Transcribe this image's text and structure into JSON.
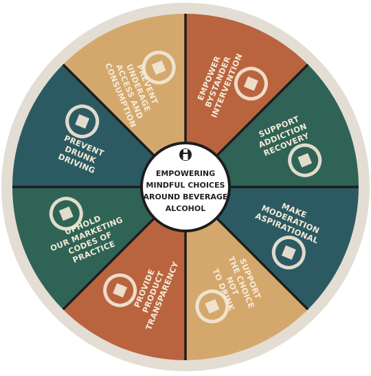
{
  "center": {
    "lines": [
      "EMPOWERING",
      "MINDFUL CHOICES",
      "AROUND BEVERAGE",
      "ALCOHOL"
    ],
    "icon": "bottle-icon"
  },
  "colors": {
    "ring": "#e4ddd3",
    "divider": "#1d1d1d",
    "teal": "#2c5a63",
    "tan": "#d4a86c",
    "rust": "#b9643f",
    "green": "#2f6355",
    "cream": "#f4ead8",
    "center_fill": "#ffffff"
  },
  "segments": [
    {
      "id": "empower-bystander",
      "color": "rust",
      "lines": [
        "EMPOWER",
        "BYSTANDER",
        "INTERVENTION"
      ],
      "icon": "hand-icon"
    },
    {
      "id": "support-addiction",
      "color": "green",
      "lines": [
        "SUPPORT",
        "ADDICTION",
        "RECOVERY"
      ],
      "icon": "ladder-icon"
    },
    {
      "id": "make-moderation",
      "color": "teal",
      "lines": [
        "MAKE",
        "MODERATION",
        "ASPIRATIONAL"
      ],
      "icon": "mountain-path-icon"
    },
    {
      "id": "support-choice",
      "color": "tan",
      "lines": [
        "SUPPORT",
        "THE CHOICE",
        "NOT",
        "TO DRINK"
      ],
      "icon": "water-bottle-icon"
    },
    {
      "id": "product-transparency",
      "color": "rust",
      "lines": [
        "PROVIDE",
        "PRODUCT",
        "TRANSPARENCY"
      ],
      "icon": "label-icon"
    },
    {
      "id": "marketing-codes",
      "color": "green",
      "lines": [
        "UPHOLD",
        "OUR MARKETING",
        "CODES OF",
        "PRACTICE"
      ],
      "icon": "megaphone-icon"
    },
    {
      "id": "drunk-driving",
      "color": "teal",
      "lines": [
        "PREVENT",
        "DRUNK",
        "DRIVING"
      ],
      "icon": "steering-wheel-icon"
    },
    {
      "id": "underage-access",
      "color": "tan",
      "lines": [
        "PREVENT",
        "UNDERAGE",
        "ACCESS AND",
        "CONSUMPTION"
      ],
      "icon": "cup-icon"
    }
  ]
}
